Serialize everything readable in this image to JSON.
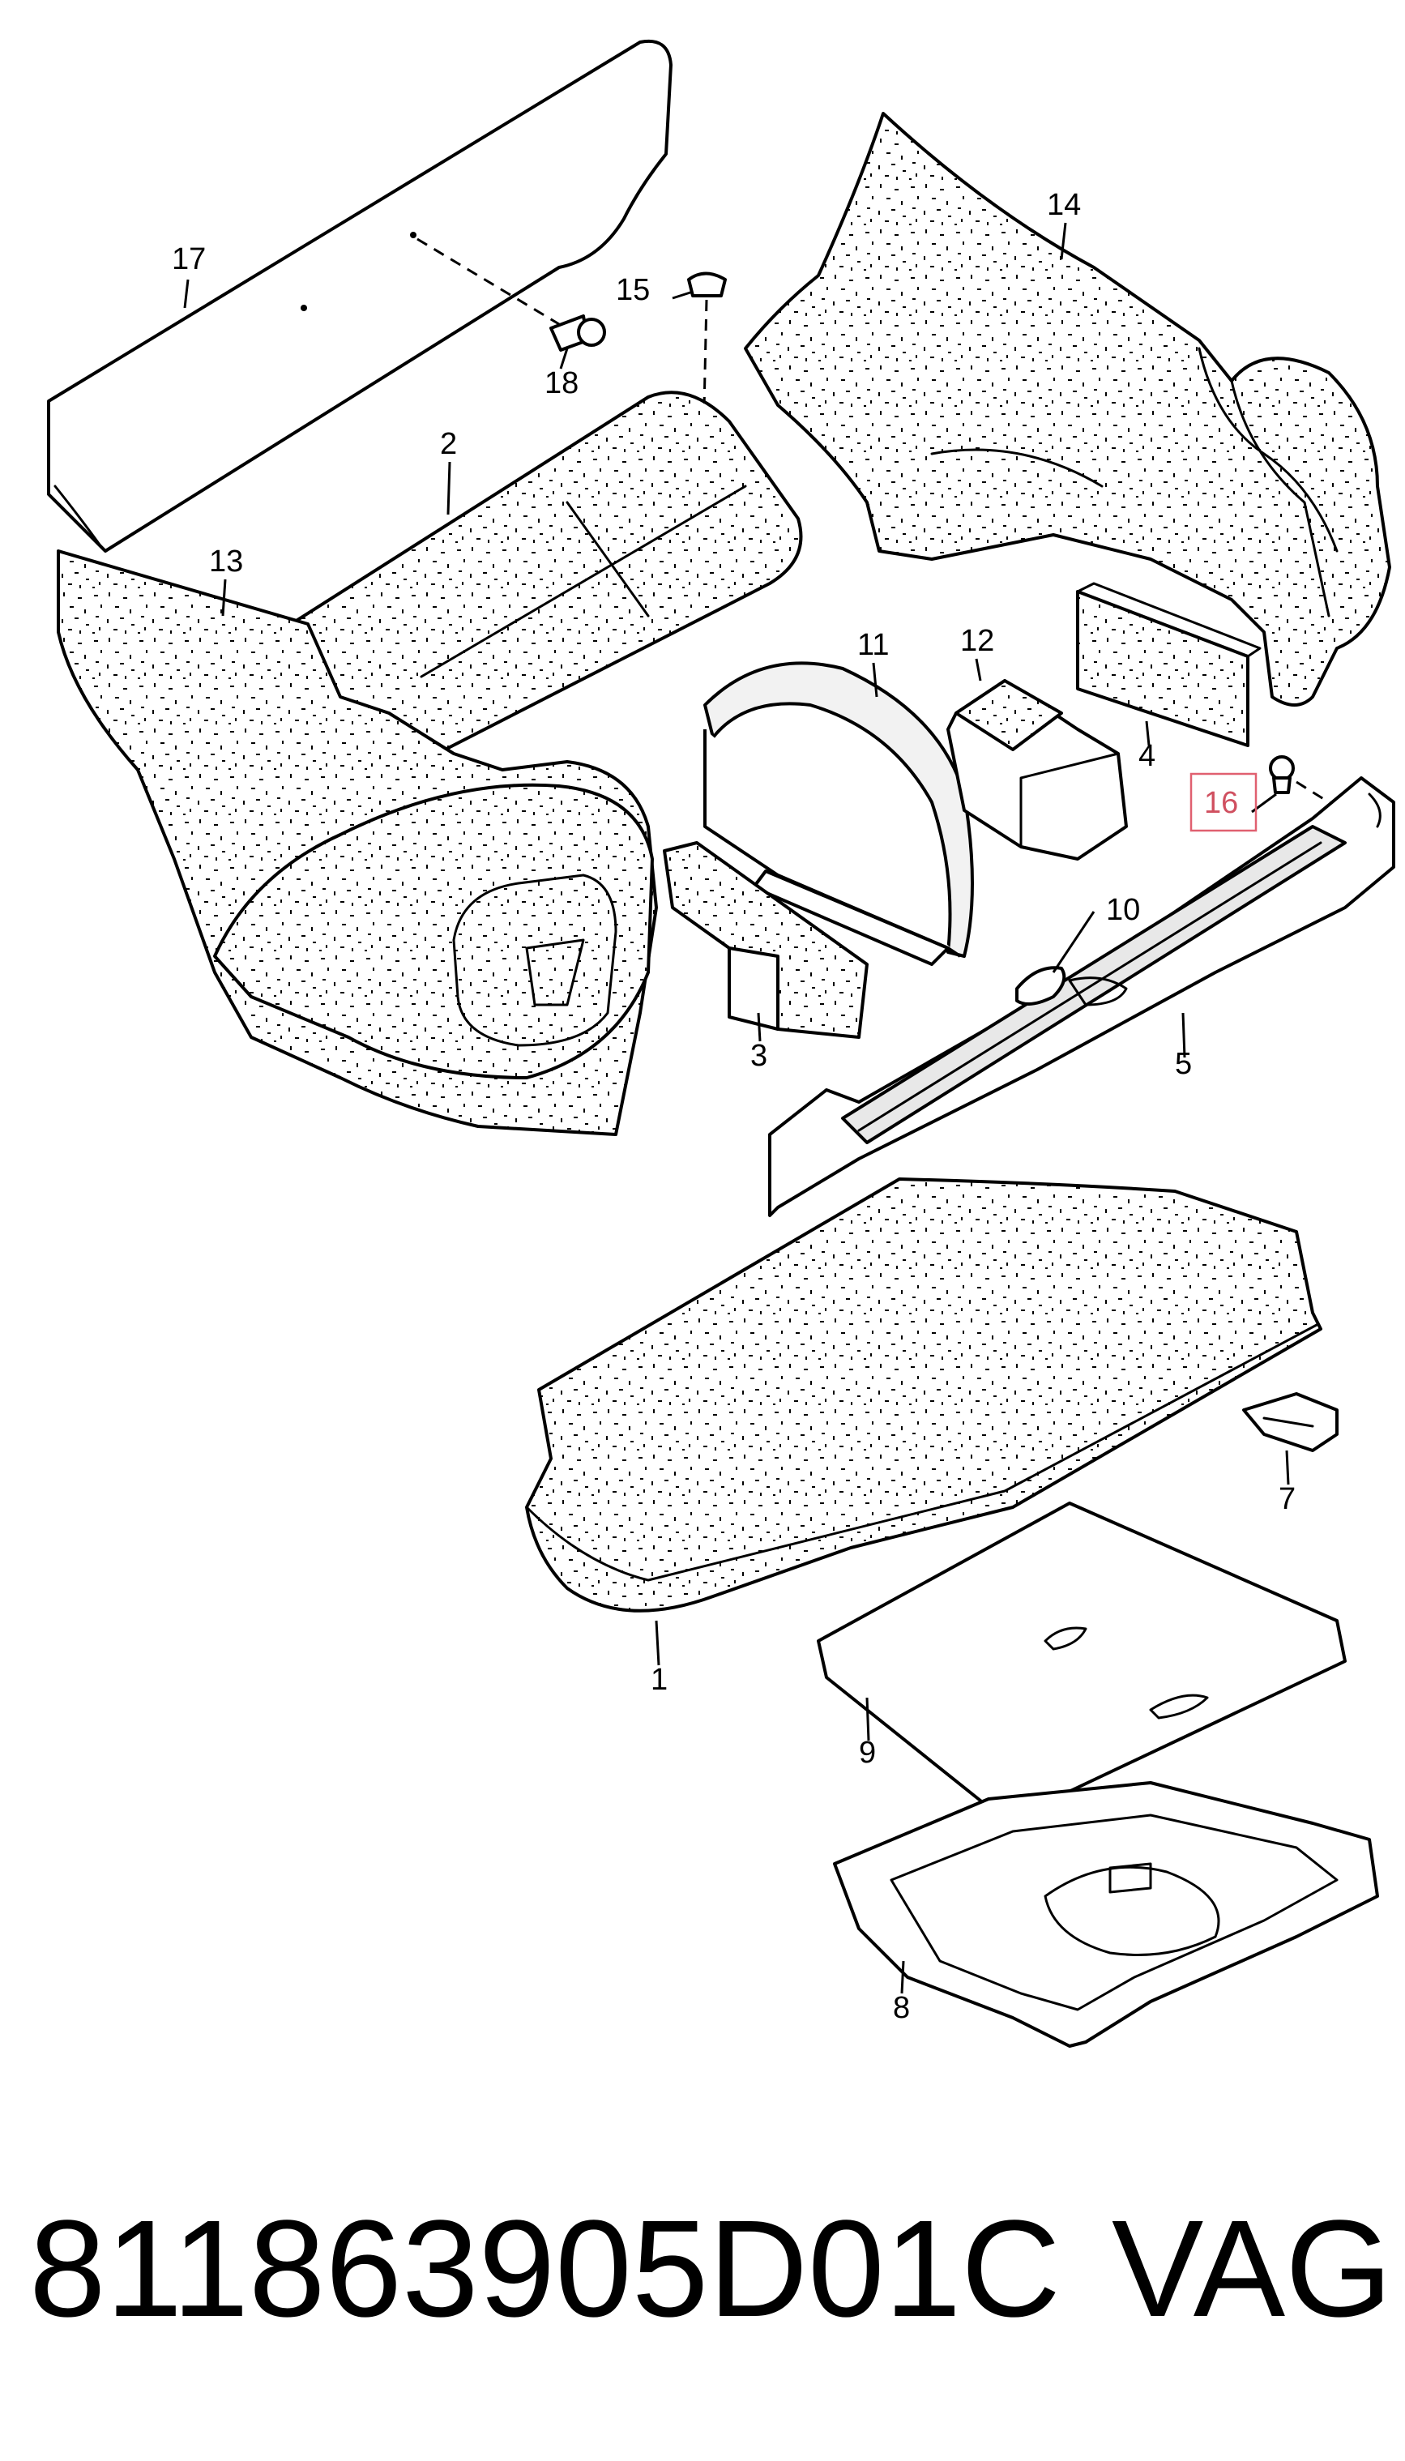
{
  "labels": {
    "l1": "1",
    "l2": "2",
    "l3": "3",
    "l4": "4",
    "l5": "5",
    "l6": "16",
    "l7": "7",
    "l8": "8",
    "l9": "9",
    "l10": "10",
    "l11": "11",
    "l12": "12",
    "l13": "13",
    "l14": "14",
    "l15": "15",
    "l17": "17",
    "l18": "18"
  },
  "highlight": {
    "color": "#e06070"
  },
  "footer": {
    "part_number": "811863905D01C",
    "brand": "VAG"
  }
}
